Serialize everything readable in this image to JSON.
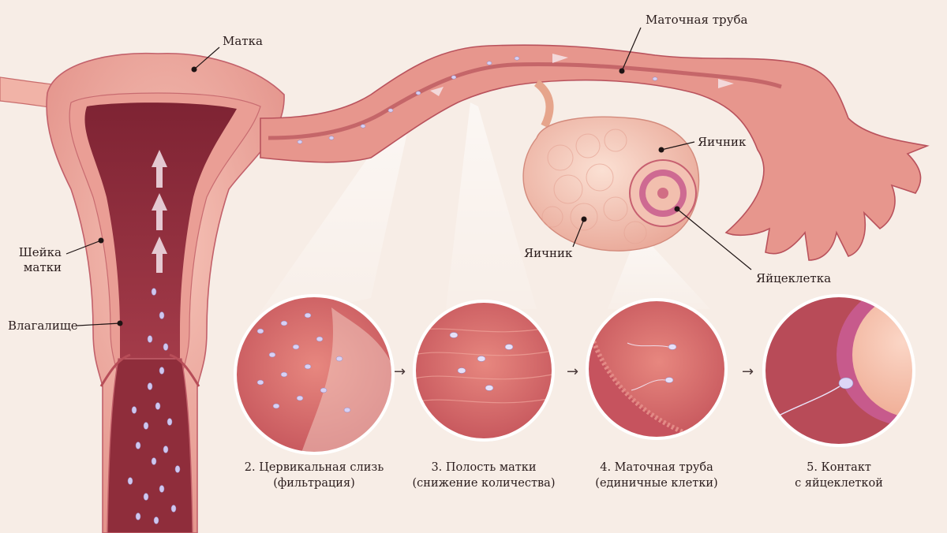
{
  "labels": {
    "uterus": "Матка",
    "fallopian_tube": "Маточная труба",
    "cervix_line1": "Шейка",
    "cervix_line2": "матки",
    "vagina": "Влагалище",
    "ovary_left": "Яичник",
    "ovary_right": "Яичник",
    "egg": "Яйцеклетка"
  },
  "stages": [
    {
      "line1": "2. Цервикальная слизь",
      "line2": "(фильтрация)"
    },
    {
      "line1": "3. Полость матки",
      "line2": "(снижение количества)"
    },
    {
      "line1": "4. Маточная труба",
      "line2": "(единичные клетки)"
    },
    {
      "line1": "5. Контакт",
      "line2": "с яйцеклеткой"
    }
  ],
  "arrow_glyph": "→",
  "colors": {
    "background": "#f7ede6",
    "tissue_light": "#f2b7ab",
    "tissue_mid": "#e58c86",
    "tissue_dark": "#b94a55",
    "cavity": "#8f2d3b",
    "ovary": "#f4c8b6",
    "sperm": "#c9c2ea",
    "egg_corona": "#c75a8c"
  }
}
